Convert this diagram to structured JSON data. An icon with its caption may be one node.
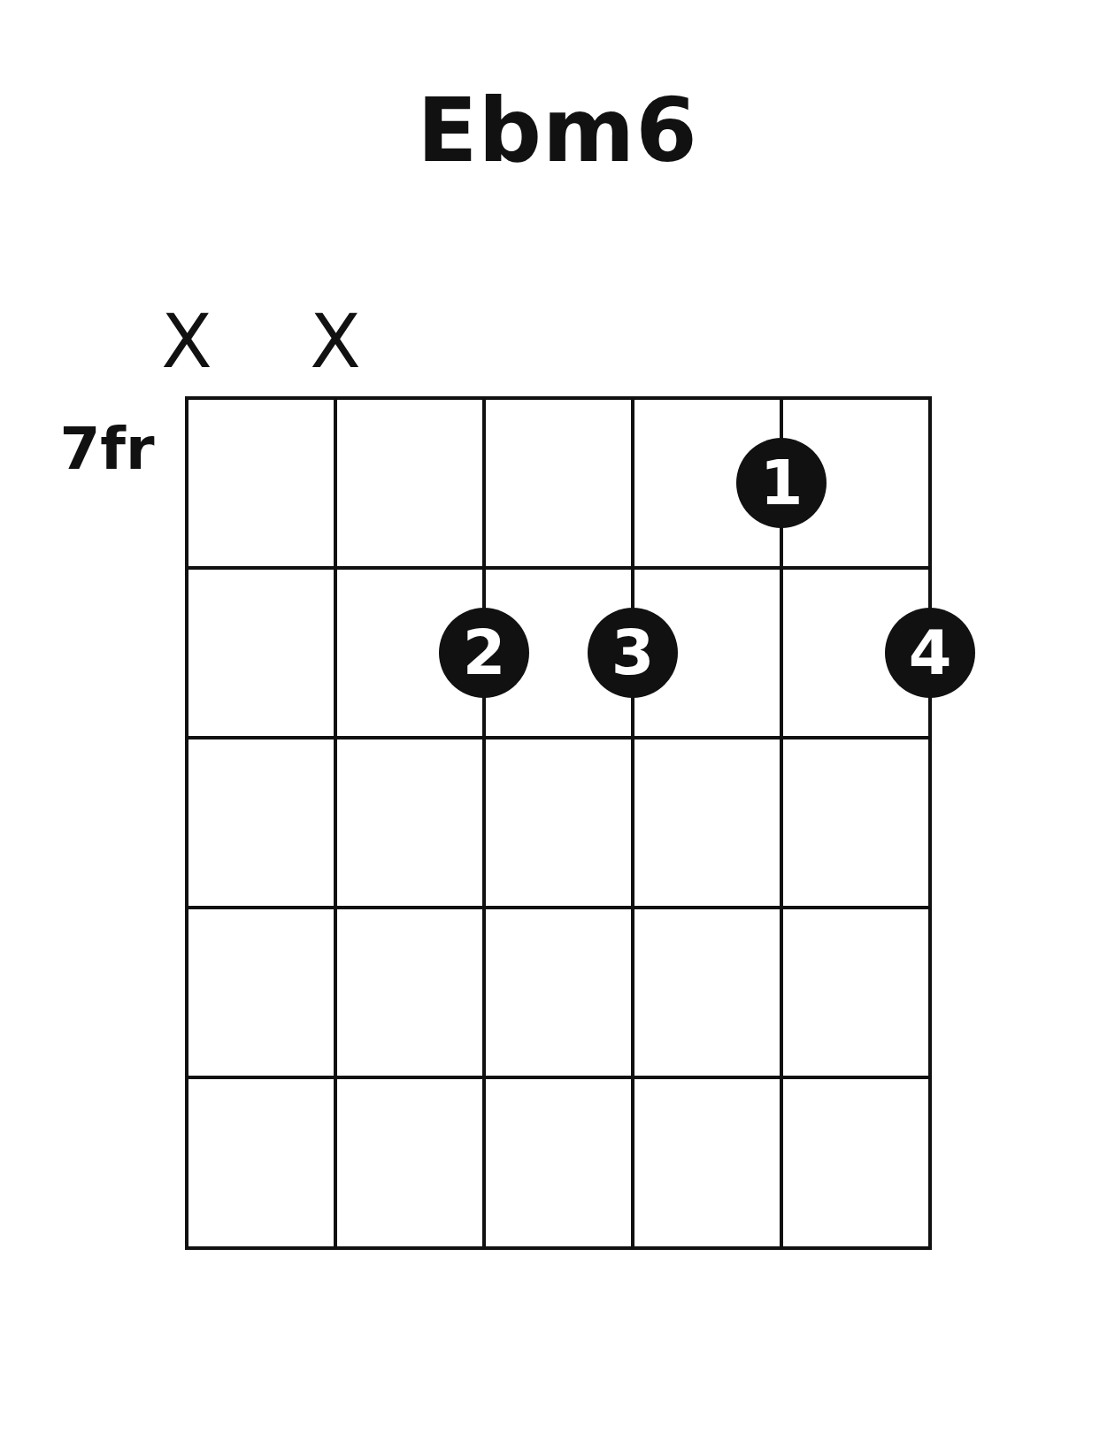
{
  "diagram": {
    "title": "Ebm6",
    "nodes": [
      {
        "text": [
          "1"
        ]
      },
      {
        "text": [
          "2"
        ]
      },
      {
        "text": [
          "3"
        ]
      },
      {
        "text": [
          "4"
        ]
      }
    ],
    "labels": [
      "X",
      "X",
      "7fr"
    ]
  }
}
